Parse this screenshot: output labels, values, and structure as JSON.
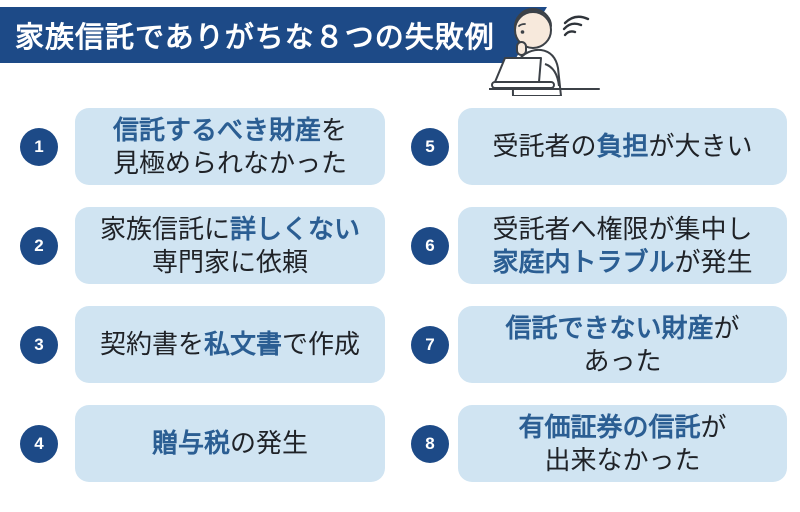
{
  "colors": {
    "navy": "#1d4a87",
    "box_bg": "#d0e4f2",
    "accent_text": "#2b5e93",
    "body_text": "#1f2227",
    "banner_text": "#ffffff",
    "illustration_outline": "#3c4147",
    "hair_gray": "#8c9196",
    "skin": "#f7e9dc"
  },
  "header": {
    "title": "家族信託でありがちな８つの失敗例",
    "illustration": "person-thinking-at-laptop"
  },
  "items": [
    {
      "number": "1",
      "lines": [
        [
          {
            "t": "信託するべき財産",
            "accent": true
          },
          {
            "t": "を",
            "accent": false
          }
        ],
        [
          {
            "t": "見極められなかった",
            "accent": false
          }
        ]
      ]
    },
    {
      "number": "2",
      "lines": [
        [
          {
            "t": "家族信託に",
            "accent": false
          },
          {
            "t": "詳しくない",
            "accent": true
          }
        ],
        [
          {
            "t": "専門家に依頼",
            "accent": false
          }
        ]
      ]
    },
    {
      "number": "3",
      "lines": [
        [
          {
            "t": "契約書を",
            "accent": false
          },
          {
            "t": "私文書",
            "accent": true
          },
          {
            "t": "で作成",
            "accent": false
          }
        ]
      ]
    },
    {
      "number": "4",
      "lines": [
        [
          {
            "t": "贈与税",
            "accent": true
          },
          {
            "t": "の発生",
            "accent": false
          }
        ]
      ]
    },
    {
      "number": "5",
      "lines": [
        [
          {
            "t": "受託者の",
            "accent": false
          },
          {
            "t": "負担",
            "accent": true
          },
          {
            "t": "が大きい",
            "accent": false
          }
        ]
      ]
    },
    {
      "number": "6",
      "lines": [
        [
          {
            "t": "受託者へ権限が集中し",
            "accent": false
          }
        ],
        [
          {
            "t": "家庭内トラブル",
            "accent": true
          },
          {
            "t": "が発生",
            "accent": false
          }
        ]
      ]
    },
    {
      "number": "7",
      "lines": [
        [
          {
            "t": "信託できない財産",
            "accent": true
          },
          {
            "t": "が",
            "accent": false
          }
        ],
        [
          {
            "t": "あった",
            "accent": false
          }
        ]
      ]
    },
    {
      "number": "8",
      "lines": [
        [
          {
            "t": "有価証券の信託",
            "accent": true
          },
          {
            "t": "が",
            "accent": false
          }
        ],
        [
          {
            "t": "出来なかった",
            "accent": false
          }
        ]
      ]
    }
  ]
}
